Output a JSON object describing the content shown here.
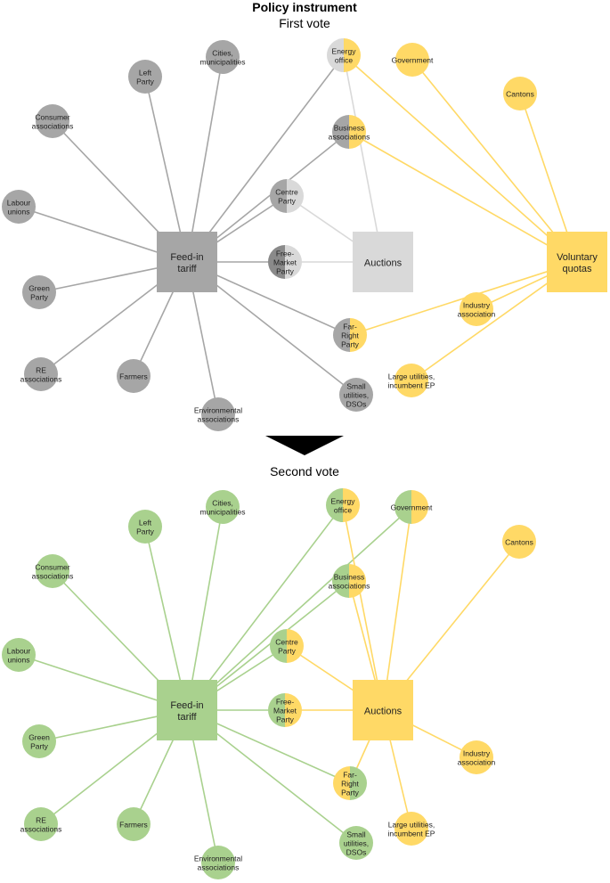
{
  "heading": "Policy instrument",
  "colors": {
    "grey": "#a6a6a6",
    "dark_grey": "#8a8a8a",
    "light_grey": "#d9d9d9",
    "yellow": "#ffd966",
    "green": "#a9d18e"
  },
  "panels": [
    {
      "title": "First vote",
      "instruments": [
        {
          "id": "fit",
          "label": [
            "Feed-in",
            "tariff"
          ],
          "color": "#a6a6a6"
        },
        {
          "id": "auc",
          "label": [
            "Auctions"
          ],
          "color": "#d9d9d9"
        },
        {
          "id": "vq",
          "label": [
            "Voluntary",
            "quotas"
          ],
          "color": "#ffd966"
        }
      ],
      "actors": [
        {
          "id": "cities",
          "label": [
            "Cities,",
            "municipalities"
          ],
          "fill": [
            "#a6a6a6"
          ]
        },
        {
          "id": "left",
          "label": [
            "Left",
            "Party"
          ],
          "fill": [
            "#a6a6a6"
          ]
        },
        {
          "id": "consumer",
          "label": [
            "Consumer",
            "associations"
          ],
          "fill": [
            "#a6a6a6"
          ]
        },
        {
          "id": "labour",
          "label": [
            "Labour",
            "unions"
          ],
          "fill": [
            "#a6a6a6"
          ]
        },
        {
          "id": "green",
          "label": [
            "Green",
            "Party"
          ],
          "fill": [
            "#a6a6a6"
          ]
        },
        {
          "id": "re",
          "label": [
            "RE",
            "associations"
          ],
          "fill": [
            "#a6a6a6"
          ]
        },
        {
          "id": "farmers",
          "label": [
            "Farmers"
          ],
          "fill": [
            "#a6a6a6"
          ]
        },
        {
          "id": "env",
          "label": [
            "Environmental",
            "associations"
          ],
          "fill": [
            "#a6a6a6"
          ]
        },
        {
          "id": "energy",
          "label": [
            "Energy",
            "office"
          ],
          "fill": [
            "#d9d9d9",
            "#ffd966"
          ]
        },
        {
          "id": "business",
          "label": [
            "Business",
            "associations"
          ],
          "fill": [
            "#a6a6a6",
            "#ffd966"
          ]
        },
        {
          "id": "centre",
          "label": [
            "Centre",
            "Party"
          ],
          "fill": [
            "#a6a6a6",
            "#d9d9d9"
          ]
        },
        {
          "id": "free",
          "label": [
            "Free-",
            "Market",
            "Party"
          ],
          "fill": [
            "#8a8a8a",
            "#d9d9d9"
          ]
        },
        {
          "id": "farright",
          "label": [
            "Far-",
            "Right",
            "Party"
          ],
          "fill": [
            "#a6a6a6",
            "#ffd966"
          ]
        },
        {
          "id": "small",
          "label": [
            "Small",
            "utilities,",
            "DSOs"
          ],
          "fill": [
            "#a6a6a6"
          ]
        },
        {
          "id": "gov",
          "label": [
            "Government"
          ],
          "fill": [
            "#ffd966"
          ]
        },
        {
          "id": "cantons",
          "label": [
            "Cantons"
          ],
          "fill": [
            "#ffd966"
          ]
        },
        {
          "id": "industry",
          "label": [
            "Industry",
            "association"
          ],
          "fill": [
            "#ffd966"
          ]
        },
        {
          "id": "large",
          "label": [
            "Large utilities,",
            "incumbent EP"
          ],
          "fill": [
            "#ffd966"
          ]
        }
      ],
      "links": [
        [
          "fit",
          "cities",
          "#a6a6a6"
        ],
        [
          "fit",
          "left",
          "#a6a6a6"
        ],
        [
          "fit",
          "consumer",
          "#a6a6a6"
        ],
        [
          "fit",
          "labour",
          "#a6a6a6"
        ],
        [
          "fit",
          "green",
          "#a6a6a6"
        ],
        [
          "fit",
          "re",
          "#a6a6a6"
        ],
        [
          "fit",
          "farmers",
          "#a6a6a6"
        ],
        [
          "fit",
          "env",
          "#a6a6a6"
        ],
        [
          "fit",
          "energy",
          "#a6a6a6"
        ],
        [
          "fit",
          "business",
          "#a6a6a6"
        ],
        [
          "fit",
          "centre",
          "#a6a6a6"
        ],
        [
          "fit",
          "free",
          "#a6a6a6"
        ],
        [
          "fit",
          "farright",
          "#a6a6a6"
        ],
        [
          "fit",
          "small",
          "#a6a6a6"
        ],
        [
          "auc",
          "energy",
          "#d9d9d9"
        ],
        [
          "auc",
          "centre",
          "#d9d9d9"
        ],
        [
          "auc",
          "free",
          "#d9d9d9"
        ],
        [
          "vq",
          "energy",
          "#ffd966"
        ],
        [
          "vq",
          "gov",
          "#ffd966"
        ],
        [
          "vq",
          "cantons",
          "#ffd966"
        ],
        [
          "vq",
          "business",
          "#ffd966"
        ],
        [
          "vq",
          "industry",
          "#ffd966"
        ],
        [
          "vq",
          "farright",
          "#ffd966"
        ],
        [
          "vq",
          "large",
          "#ffd966"
        ]
      ]
    },
    {
      "title": "Second vote",
      "instruments": [
        {
          "id": "fit",
          "label": [
            "Feed-in",
            "tariff"
          ],
          "color": "#a9d18e"
        },
        {
          "id": "auc",
          "label": [
            "Auctions"
          ],
          "color": "#ffd966"
        }
      ],
      "actors": [
        {
          "id": "cities",
          "label": [
            "Cities,",
            "municipalities"
          ],
          "fill": [
            "#a9d18e"
          ]
        },
        {
          "id": "left",
          "label": [
            "Left",
            "Party"
          ],
          "fill": [
            "#a9d18e"
          ]
        },
        {
          "id": "consumer",
          "label": [
            "Consumer",
            "associations"
          ],
          "fill": [
            "#a9d18e"
          ]
        },
        {
          "id": "labour",
          "label": [
            "Labour",
            "unions"
          ],
          "fill": [
            "#a9d18e"
          ]
        },
        {
          "id": "green",
          "label": [
            "Green",
            "Party"
          ],
          "fill": [
            "#a9d18e"
          ]
        },
        {
          "id": "re",
          "label": [
            "RE",
            "associations"
          ],
          "fill": [
            "#a9d18e"
          ]
        },
        {
          "id": "farmers",
          "label": [
            "Farmers"
          ],
          "fill": [
            "#a9d18e"
          ]
        },
        {
          "id": "env",
          "label": [
            "Environmental",
            "associations"
          ],
          "fill": [
            "#a9d18e"
          ]
        },
        {
          "id": "energy",
          "label": [
            "Energy",
            "office"
          ],
          "fill": [
            "#a9d18e",
            "#ffd966"
          ]
        },
        {
          "id": "gov",
          "label": [
            "Government"
          ],
          "fill": [
            "#a9d18e",
            "#ffd966"
          ]
        },
        {
          "id": "business",
          "label": [
            "Business",
            "associations"
          ],
          "fill": [
            "#a9d18e",
            "#ffd966"
          ]
        },
        {
          "id": "centre",
          "label": [
            "Centre",
            "Party"
          ],
          "fill": [
            "#a9d18e",
            "#ffd966"
          ]
        },
        {
          "id": "free",
          "label": [
            "Free-",
            "Market",
            "Party"
          ],
          "fill": [
            "#a9d18e",
            "#ffd966"
          ]
        },
        {
          "id": "farright",
          "label": [
            "Far-",
            "Right",
            "Party"
          ],
          "fill": [
            "#ffd966",
            "#a9d18e"
          ]
        },
        {
          "id": "small",
          "label": [
            "Small",
            "utilities,",
            "DSOs"
          ],
          "fill": [
            "#a9d18e"
          ]
        },
        {
          "id": "cantons",
          "label": [
            "Cantons"
          ],
          "fill": [
            "#ffd966"
          ]
        },
        {
          "id": "industry",
          "label": [
            "Industry",
            "association"
          ],
          "fill": [
            "#ffd966"
          ]
        },
        {
          "id": "large",
          "label": [
            "Large utilities,",
            "incumbent EP"
          ],
          "fill": [
            "#ffd966"
          ]
        }
      ],
      "links": [
        [
          "fit",
          "cities",
          "#a9d18e"
        ],
        [
          "fit",
          "left",
          "#a9d18e"
        ],
        [
          "fit",
          "consumer",
          "#a9d18e"
        ],
        [
          "fit",
          "labour",
          "#a9d18e"
        ],
        [
          "fit",
          "green",
          "#a9d18e"
        ],
        [
          "fit",
          "re",
          "#a9d18e"
        ],
        [
          "fit",
          "farmers",
          "#a9d18e"
        ],
        [
          "fit",
          "env",
          "#a9d18e"
        ],
        [
          "fit",
          "energy",
          "#a9d18e"
        ],
        [
          "fit",
          "gov",
          "#a9d18e"
        ],
        [
          "fit",
          "business",
          "#a9d18e"
        ],
        [
          "fit",
          "centre",
          "#a9d18e"
        ],
        [
          "fit",
          "free",
          "#a9d18e"
        ],
        [
          "fit",
          "farright",
          "#a9d18e"
        ],
        [
          "fit",
          "small",
          "#a9d18e"
        ],
        [
          "auc",
          "energy",
          "#ffd966"
        ],
        [
          "auc",
          "gov",
          "#ffd966"
        ],
        [
          "auc",
          "business",
          "#ffd966"
        ],
        [
          "auc",
          "centre",
          "#ffd966"
        ],
        [
          "auc",
          "free",
          "#ffd966"
        ],
        [
          "auc",
          "farright",
          "#ffd966"
        ],
        [
          "auc",
          "cantons",
          "#ffd966"
        ],
        [
          "auc",
          "industry",
          "#ffd966"
        ],
        [
          "auc",
          "large",
          "#ffd966"
        ]
      ]
    }
  ]
}
